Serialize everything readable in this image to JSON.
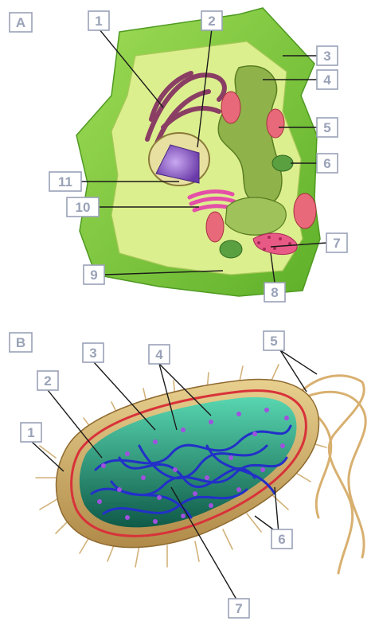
{
  "panels": [
    {
      "id": "A",
      "label": "A",
      "callouts": [
        "1",
        "2",
        "3",
        "4",
        "5",
        "6",
        "7",
        "8",
        "9",
        "10",
        "11"
      ]
    },
    {
      "id": "B",
      "label": "B",
      "callouts": [
        "1",
        "2",
        "3",
        "4",
        "5",
        "6",
        "7"
      ]
    }
  ],
  "colors": {
    "cell_wall": "#7ecb3a",
    "cytoplasm": "#d9ef8a",
    "vacuole": "#9ab84a",
    "nucleus": "#8a58c8",
    "chloroplast": "#e0607a",
    "golgi": "#e44fa8",
    "capsule": "#c9a86a",
    "membrane_red": "#d8323a",
    "bacterial_interior": "#2a9a78",
    "dna": "#2230a8",
    "ribosome": "#9a4cd8",
    "label_gray": "#9aa2b8"
  }
}
